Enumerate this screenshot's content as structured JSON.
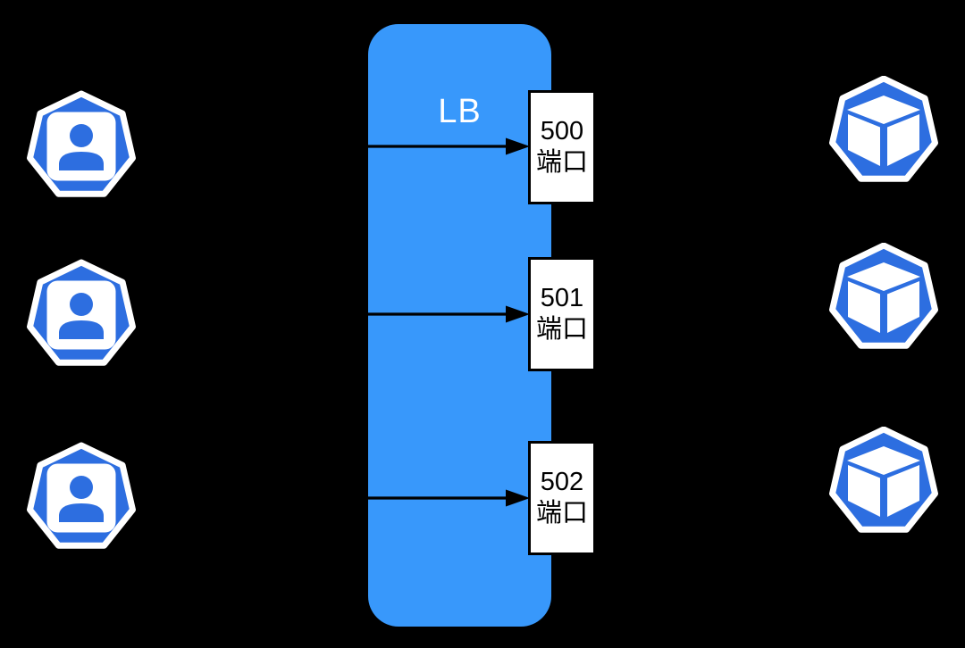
{
  "lb": {
    "label": "LB"
  },
  "ports": [
    {
      "number": "500",
      "suffix": "端口"
    },
    {
      "number": "501",
      "suffix": "端口"
    },
    {
      "number": "502",
      "suffix": "端口"
    }
  ],
  "icons": {
    "left": "user-icon",
    "right": "pod-cube-icon"
  },
  "colors": {
    "background": "#000000",
    "lb_fill": "#3898FB",
    "lb_text": "#FFFFFF",
    "icon_fill": "#2D6EE0",
    "icon_outline": "#FFFFFF",
    "port_fill": "#FFFFFF",
    "port_border": "#000000",
    "arrow": "#000000"
  }
}
